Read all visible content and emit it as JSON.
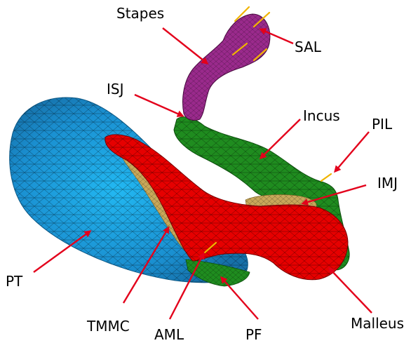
{
  "labels": {
    "stapes": "Stapes",
    "sal": "SAL",
    "isj": "ISJ",
    "incus": "Incus",
    "pil": "PIL",
    "imj": "IMJ",
    "pt": "PT",
    "tmmc": "TMMC",
    "aml": "AML",
    "pf": "PF",
    "malleus": "Malleus"
  },
  "colors": {
    "arrow": "#e3001b",
    "tympanic_membrane": "#1a86c8",
    "tympanic_membrane_light": "#1fb0ef",
    "malleus": "#e60000",
    "incus": "#1f8c1f",
    "stapes": "#9a2a8c",
    "joint": "#c8a85a",
    "ligament": "#f0b400",
    "mesh": "#000000"
  }
}
